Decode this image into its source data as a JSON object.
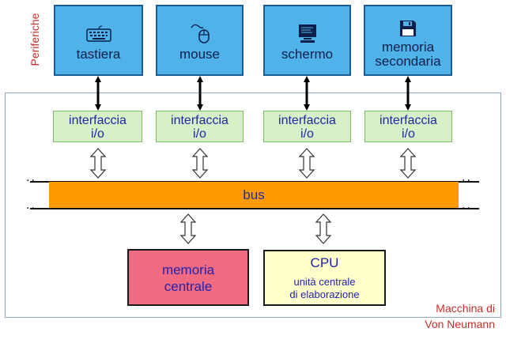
{
  "side_label": "Periferiche",
  "peripherals": [
    {
      "name": "tastiera",
      "icon": "keyboard-icon"
    },
    {
      "name": "mouse",
      "icon": "mouse-icon"
    },
    {
      "name": "schermo",
      "icon": "monitor-icon"
    },
    {
      "name_line1": "memoria",
      "name_line2": "secondaria",
      "icon": "floppy-disk-icon"
    }
  ],
  "interfaces": [
    {
      "line1": "interfaccia",
      "line2": "i/o"
    },
    {
      "line1": "interfaccia",
      "line2": "i/o"
    },
    {
      "line1": "interfaccia",
      "line2": "i/o"
    },
    {
      "line1": "interfaccia",
      "line2": "i/o"
    }
  ],
  "bus": {
    "label": "bus",
    "dots_left": "·· ",
    "dots_right": " ··"
  },
  "memory": {
    "line1": "memoria",
    "line2": "centrale"
  },
  "cpu": {
    "title": "CPU",
    "line1": "unità centrale",
    "line2": "di elaborazione"
  },
  "machine_label": {
    "line1": "Macchina di",
    "line2": "Von Neumann"
  },
  "colors": {
    "peripheral": "#4fb3ea",
    "interface": "#d6f0c8",
    "bus": "#ff9a00",
    "memory": "#f06a82",
    "cpu": "#ffffcc",
    "label_red": "#c0302b"
  }
}
